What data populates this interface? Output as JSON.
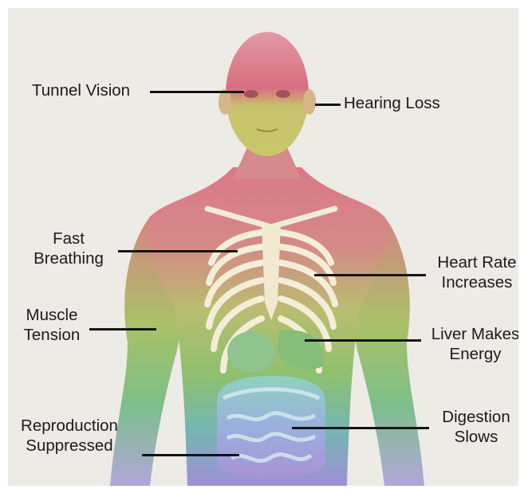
{
  "labels": {
    "tunnel_vision": "Tunnel Vision",
    "hearing_loss": "Hearing Loss",
    "fast_breathing": [
      "Fast",
      "Breathing"
    ],
    "heart_rate": [
      "Heart Rate",
      "Increases"
    ],
    "muscle_tension": [
      "Muscle",
      "Tension"
    ],
    "liver": [
      "Liver Makes",
      "Energy"
    ],
    "reproduction": [
      "Reproduction",
      "Suppressed"
    ],
    "digestion": [
      "Digestion",
      "Slows"
    ]
  },
  "colors": {
    "background": "#ecebe6",
    "head": "#d9798a",
    "face": "#c9c767",
    "torso_mid": "#a7c262",
    "abdomen": "#7bb8a8",
    "pelvis": "#9a8fd0",
    "leader_line": "#141414"
  }
}
